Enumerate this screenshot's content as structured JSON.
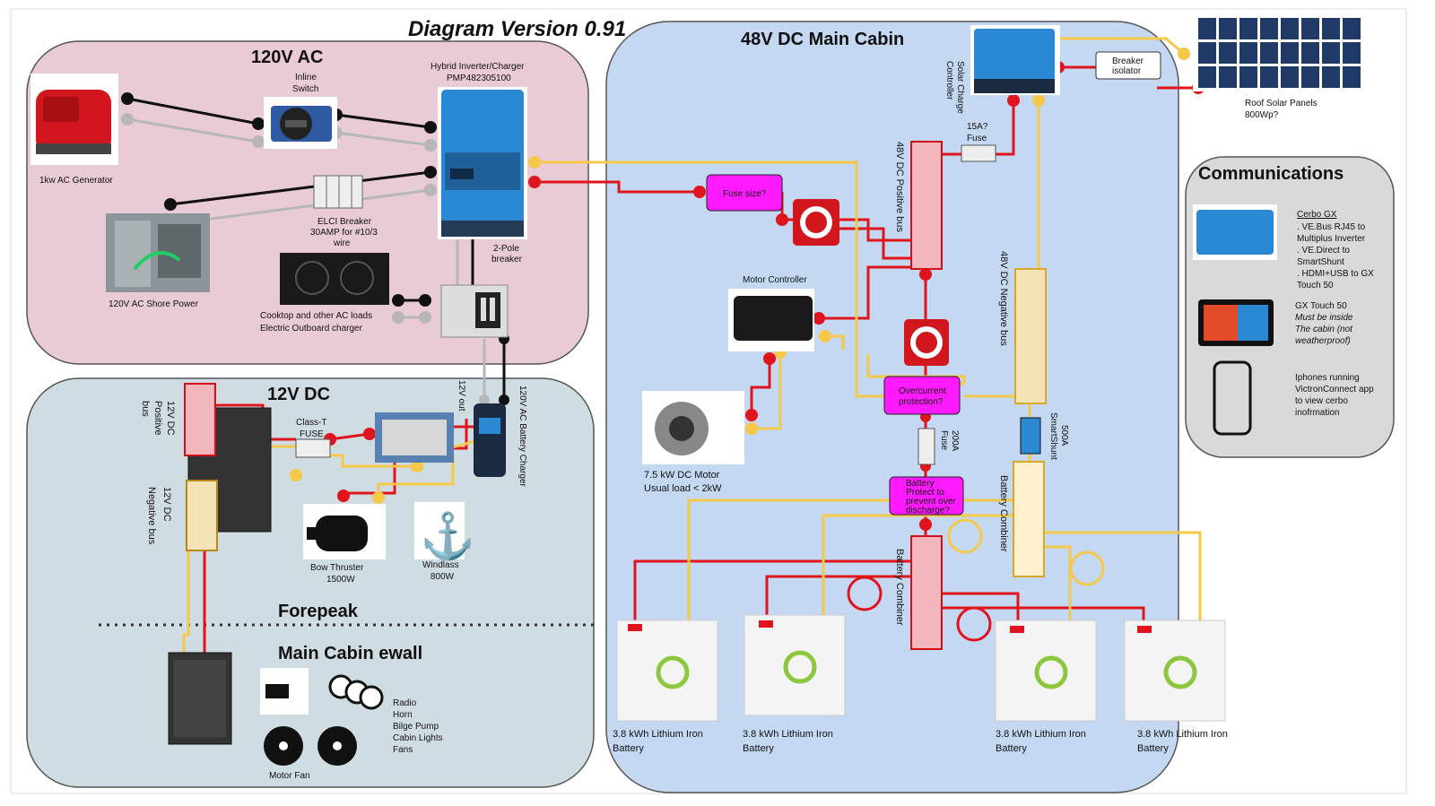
{
  "title": "Diagram Version 0.91",
  "colors": {
    "ac_zone": "#e8cbd5",
    "dc12_zone": "#cfdde2",
    "dc48_zone": "#c4d8f2",
    "comms_zone": "#d9d9d9",
    "positive": "#e0141c",
    "negative": "#f5c84a",
    "ac_line": "#111111",
    "ac_neutral": "#b7b7b7",
    "highlight_box": "#ff1aff"
  },
  "zones": {
    "ac120": "120V AC",
    "dc12": "12V DC",
    "dc48": "48V DC  Main Cabin",
    "forepeak": "Forepeak",
    "main_cabin_ewall": "Main Cabin ewall",
    "communications": "Communications"
  },
  "ac": {
    "generator": "1kw AC Generator",
    "inline_switch": [
      "Inline",
      "Switch"
    ],
    "inverter": [
      "Hybrid Inverter/Charger",
      "PMP482305100"
    ],
    "elci": [
      "ELCI Breaker",
      "30AMP for #10/3",
      "wire"
    ],
    "shore_power": "120V AC Shore Power",
    "cooktop": [
      "Cooktop and other AC loads",
      "Electric Outboard charger"
    ],
    "two_pole": [
      "2-Pole",
      "breaker"
    ],
    "out_12v": "12V out",
    "battery_charger": "120V AC Battery Charger"
  },
  "dc12": {
    "positive_bus": [
      "12V DC",
      "Positive",
      "bus"
    ],
    "negative_bus": [
      "12V DC",
      "Negative  bus"
    ],
    "class_t": [
      "Class-T",
      "FUSE"
    ],
    "bow_thruster": [
      "Bow Thruster",
      "1500W"
    ],
    "windlass": [
      "Windlass",
      "800W"
    ],
    "loads": [
      "Radio",
      "Horn",
      "Bilge Pump",
      "Cabin Lights",
      "Fans"
    ],
    "motor_fan": "Motor Fan"
  },
  "dc48": {
    "solar_controller": [
      "Solar Charge",
      "Controller"
    ],
    "breaker_isolator": [
      "Breaker",
      "isolator"
    ],
    "roof_panels": [
      "Roof Solar Panels",
      "800Wp?"
    ],
    "fuse_15a": [
      "15A?",
      "Fuse"
    ],
    "positive_bus": "48V DC Positive bus",
    "negative_bus": "48V DC Negative  bus",
    "fuse_size": "Fuse size?",
    "motor_controller": "Motor Controller",
    "motor": [
      "7.5 kW DC Motor",
      "Usual load < 2kW"
    ],
    "overcurrent": [
      "Overcurrent",
      "protection?"
    ],
    "fuse_200a": [
      "200A",
      "Fuse"
    ],
    "smartshunt": [
      "500A",
      "SmartShunt"
    ],
    "battery_protect": [
      "Battery",
      "Protect to",
      "prevent over",
      "discharge?"
    ],
    "combiner_pos": "Battery Combiner",
    "combiner_neg": "Battery Combiner",
    "battery_label": [
      "3.8 kWh Lithium Iron",
      "Battery"
    ]
  },
  "comms": {
    "cerbo_link": "Cerbo GX",
    "cerbo_lines": [
      ". VE.Bus RJ45 to",
      "Multiplus Inverter",
      ". VE.Direct to",
      "SmartShunt",
      ". HDMI+USB to GX",
      "Touch 50"
    ],
    "touch_lines": [
      "GX Touch 50",
      "Must be inside",
      "The cabin (not",
      "weatherproof)"
    ],
    "iphone_lines": [
      "Iphones running",
      "VictronConnect app",
      "to view cerbo",
      "inofrmation"
    ]
  }
}
